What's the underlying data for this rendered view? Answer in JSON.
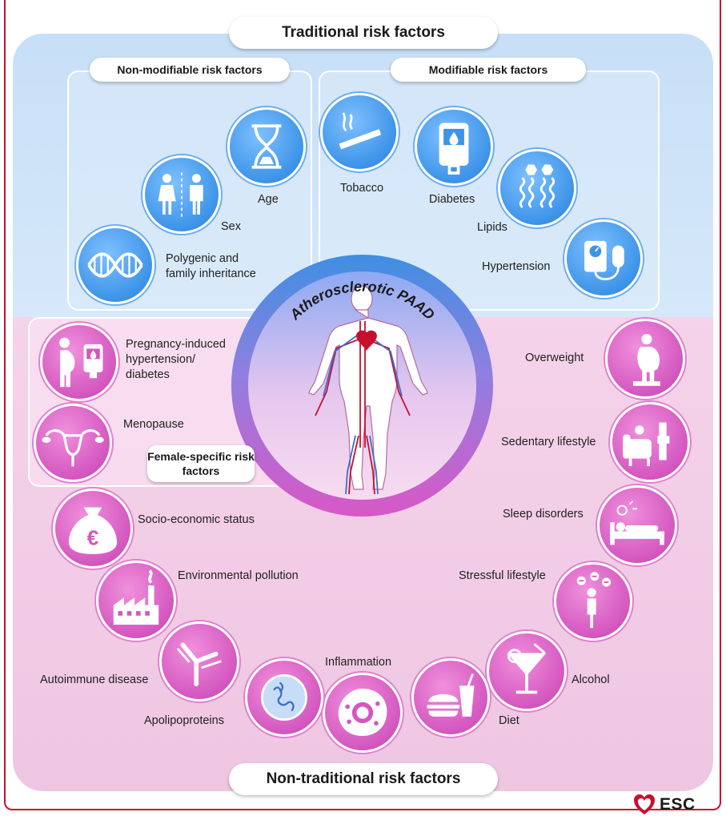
{
  "headers": {
    "traditional": "Traditional risk factors",
    "non_modifiable": "Non-modifiable risk factors",
    "modifiable": "Modifiable risk factors",
    "female_specific": "Female-specific risk factors",
    "non_traditional": "Non-traditional risk factors"
  },
  "center": {
    "title": "Atherosclerotic PAAD"
  },
  "factors": {
    "age": "Age",
    "sex": "Sex",
    "polygenic": "Polygenic and family inheritance",
    "tobacco": "Tobacco",
    "diabetes": "Diabetes",
    "lipids": "Lipids",
    "hypertension": "Hypertension",
    "pregnancy": "Pregnancy-induced hypertension/ diabetes",
    "menopause": "Menopause",
    "overweight": "Overweight",
    "sedentary": "Sedentary lifestyle",
    "sleep": "Sleep disorders",
    "stress": "Stressful lifestyle",
    "alcohol": "Alcohol",
    "diet": "Diet",
    "inflammation": "Inflammation",
    "apolipoproteins": "Apolipoproteins",
    "autoimmune": "Autoimmune disease",
    "pollution": "Environmental pollution",
    "socioeconomic": "Socio-economic status"
  },
  "logo": {
    "text": "ESC"
  },
  "colors": {
    "traditional_bg": "#c7dff7",
    "nontraditional_bg": "#f5d3ea",
    "blue_icon": "#3d94e8",
    "pink_icon": "#d457c0",
    "frame": "#c8102e"
  }
}
